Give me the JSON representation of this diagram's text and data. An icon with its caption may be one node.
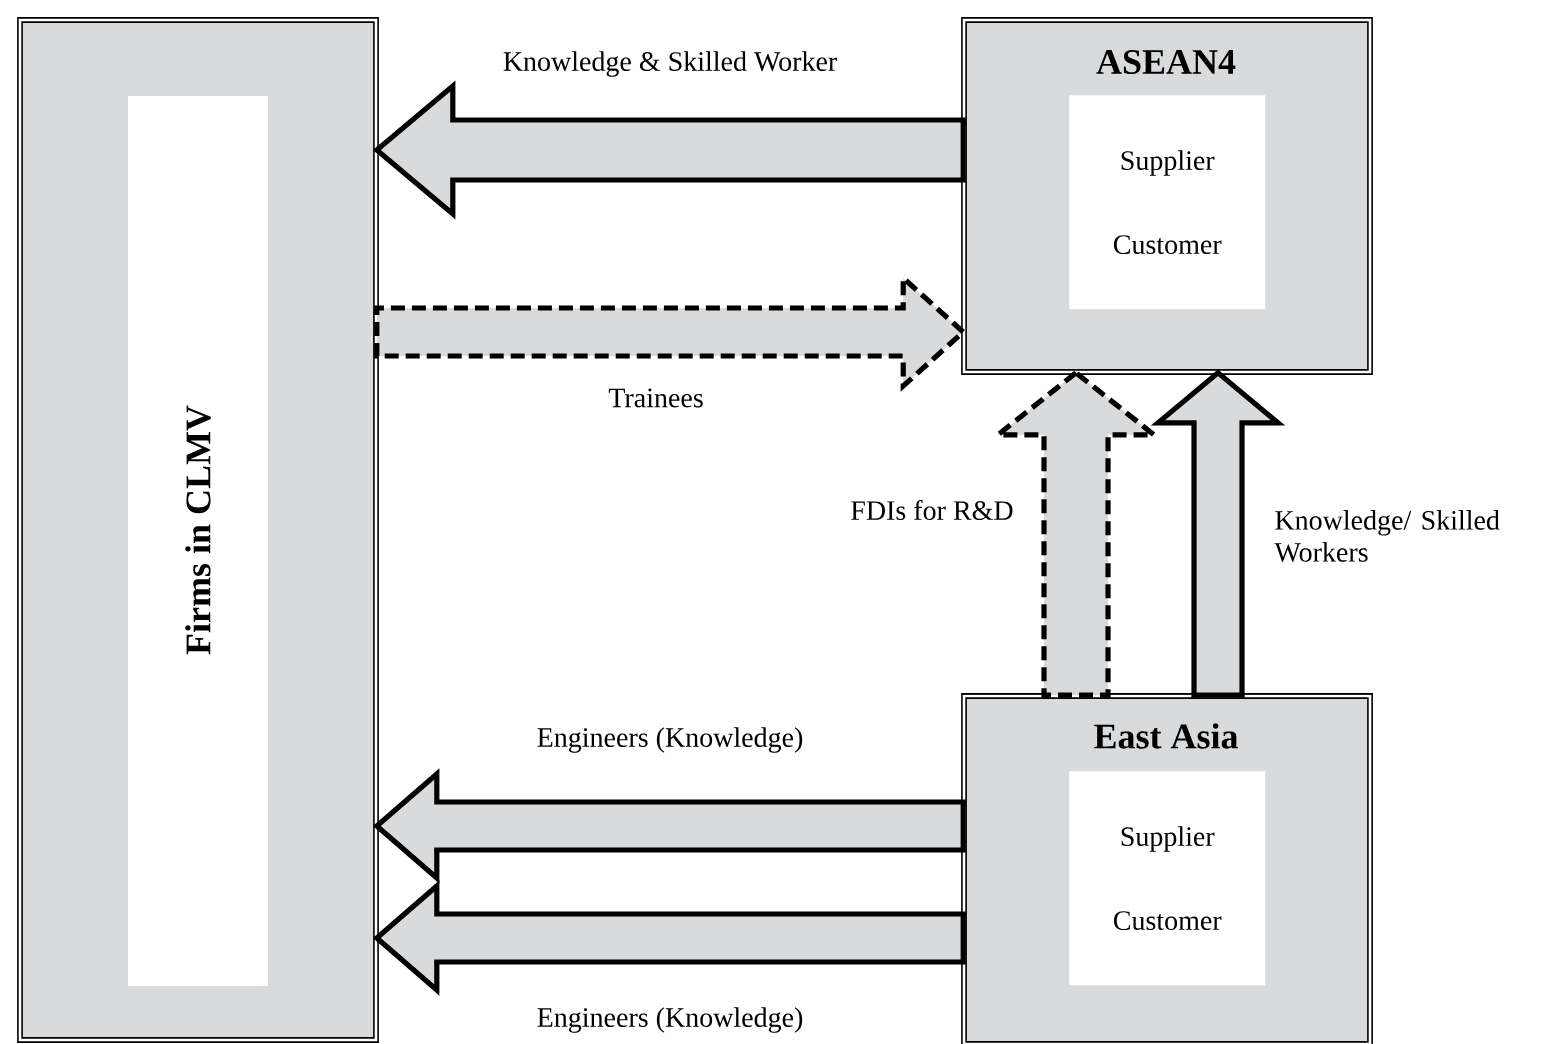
{
  "diagram": {
    "nodes": [
      {
        "text": [
          "Firms in CLMV"
        ]
      },
      {
        "text": [
          "ASEAN4"
        ]
      },
      {
        "text": [
          "Supplier",
          "Customer"
        ],
        "in": 1
      },
      {
        "text": [
          "East Asia"
        ]
      },
      {
        "text": [
          "Supplier",
          "Customer"
        ],
        "in": 3
      }
    ],
    "edges": [
      {
        "from": 1,
        "to": 0,
        "arrow": "to",
        "label": "Knowledge & Skilled Worker"
      },
      {
        "from": 0,
        "to": 1,
        "arrow": "to",
        "label": "Trainees",
        "style": "dashed"
      },
      {
        "from": 3,
        "to": 1,
        "arrow": "to",
        "label": "FDIs for R&D",
        "style": "dashed"
      },
      {
        "from": 3,
        "to": 1,
        "arrow": "to",
        "label": "Knowledge/ Skilled Workers"
      },
      {
        "from": 3,
        "to": 0,
        "arrow": "to",
        "label": "Engineers (Knowledge)"
      },
      {
        "from": 3,
        "to": 0,
        "arrow": "to",
        "label": "Engineers (Knowledge)"
      }
    ]
  }
}
